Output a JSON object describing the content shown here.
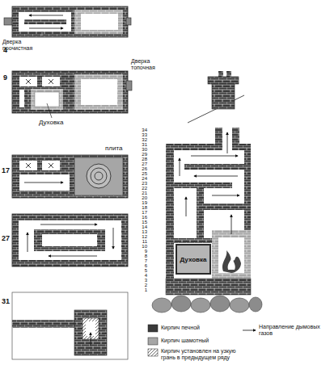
{
  "diagram": {
    "nodes": [
      {
        "text": [
          "Духовка"
        ]
      }
    ],
    "labels": [
      "Дверка прочистная",
      "4",
      "Дверка топочная",
      "9",
      "Духовка",
      "17",
      "плита",
      "27",
      "31",
      "34",
      "33",
      "32",
      "31",
      "30",
      "29",
      "28",
      "27",
      "26",
      "25",
      "24",
      "23",
      "22",
      "21",
      "20",
      "19",
      "18",
      "17",
      "16",
      "15",
      "14",
      "13",
      "12",
      "11",
      "10",
      "9",
      "8",
      "7",
      "6",
      "5",
      "4",
      "3",
      "2",
      "1"
    ],
    "legend": [
      {
        "text": "Кирпич печной",
        "color": "#3a3a3a"
      },
      {
        "text": "Кирпич шамотный",
        "color": "#a6a6a6"
      },
      {
        "text": "Кирпич установлен на узкую грань в предыдущем ряду"
      },
      {
        "text": "Направление дымовых газов"
      }
    ]
  }
}
